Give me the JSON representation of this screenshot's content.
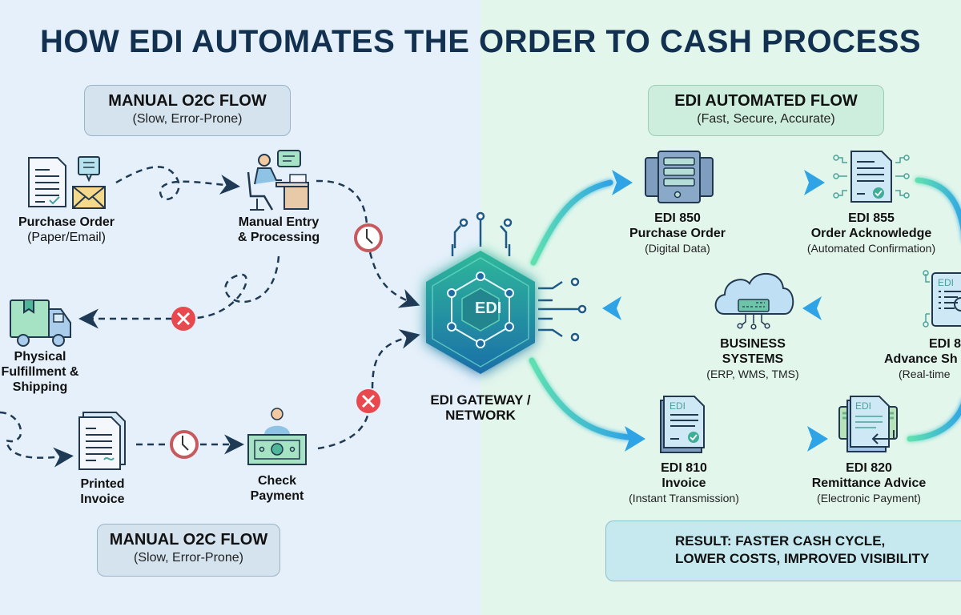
{
  "title": "HOW EDI AUTOMATES THE ORDER TO CASH PROCESS",
  "manual_panel_top": {
    "heading": "MANUAL O2C FLOW",
    "subheading": "(Slow, Error-Prone)"
  },
  "manual_panel_bottom": {
    "heading": "MANUAL O2C FLOW",
    "subheading": "(Slow, Error-Prone)"
  },
  "auto_panel": {
    "heading": "EDI AUTOMATED FLOW",
    "subheading": "(Fast, Secure, Accurate)"
  },
  "manual_steps": [
    {
      "line1": "Purchase Order",
      "line2": "(Paper/Email)",
      "icon": "document-envelope-icon"
    },
    {
      "line1": "Manual Entry",
      "line2": "& Processing",
      "icon": "person-at-desk-icon"
    },
    {
      "line1": "Physical",
      "line2": "Fulfillment &",
      "line3": "Shipping",
      "icon": "delivery-truck-icon"
    },
    {
      "line1": "Printed",
      "line2": "Invoice",
      "icon": "printed-document-icon"
    },
    {
      "line1": "Check",
      "line2": "Payment",
      "icon": "cash-payment-icon"
    }
  ],
  "gateway": {
    "badge": "EDI",
    "line1": "EDI GATEWAY /",
    "line2": "NETWORK"
  },
  "edi_steps": [
    {
      "code": "EDI 850",
      "name": "Purchase Order",
      "desc": "(Digital Data)",
      "icon": "server-icon"
    },
    {
      "code": "EDI 855",
      "name": "Order Acknowledge",
      "desc": "(Automated Confirmation)",
      "icon": "digital-document-icon"
    },
    {
      "code": "EDI 8",
      "name": "Advance Sh",
      "desc": "(Real-time",
      "icon": "edi-document-icon",
      "badge": "EDI"
    },
    {
      "code": "BUSINESS",
      "name": "SYSTEMS",
      "desc": "(ERP, WMS, TMS)",
      "icon": "cloud-icon"
    },
    {
      "code": "EDI 810",
      "name": "Invoice",
      "desc": "(Instant Transmission)",
      "icon": "edi-invoice-icon",
      "badge": "EDI"
    },
    {
      "code": "EDI 820",
      "name": "Remittance Advice",
      "desc": "(Electronic Payment)",
      "icon": "edi-remittance-icon",
      "badge": "EDI"
    }
  ],
  "result": {
    "line1": "RESULT: FASTER CASH CYCLE,",
    "line2": "LOWER COSTS, IMPROVED VISIBILITY",
    "icon": "dollar-clock-icon"
  },
  "colors": {
    "title": "#12304f",
    "flow_blue": "#2ea3e6",
    "flow_green": "#4fd6a8",
    "error_red": "#e8494f",
    "clock_red": "#c65a5f",
    "dashed": "#1e3a55"
  }
}
